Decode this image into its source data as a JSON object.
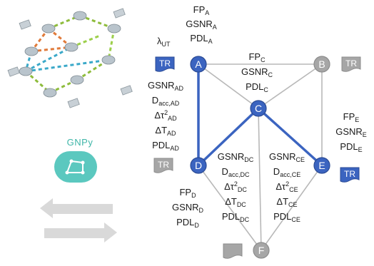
{
  "colors": {
    "blue": "#3b64c0",
    "gray": "#a6a6a6",
    "line_gray": "#b8b8b8",
    "teal": "#5bc8bf",
    "arrow_gray": "#d9d9d9"
  },
  "logo": {
    "text": "GNPy"
  },
  "icons": [
    "router-icon",
    "amplifier-icon",
    "transceiver-icon",
    "gnpy-logo-icon",
    "bidirectional-arrow-icon"
  ],
  "nodes": [
    {
      "id": "A",
      "label": "A",
      "selected": true
    },
    {
      "id": "B",
      "label": "B",
      "selected": false
    },
    {
      "id": "C",
      "label": "C",
      "selected": true
    },
    {
      "id": "D",
      "label": "D",
      "selected": true
    },
    {
      "id": "E",
      "label": "E",
      "selected": true
    },
    {
      "id": "F",
      "label": "F",
      "selected": false
    }
  ],
  "transceivers": {
    "A": "TR",
    "B": "TR",
    "D": "TR",
    "E": "TR"
  },
  "wavelength": {
    "sym": "λ",
    "sub": "UT"
  },
  "node_params": {
    "A": [
      {
        "base": "FP",
        "sub": "A"
      },
      {
        "base": "GSNR",
        "sub": "A"
      },
      {
        "base": "PDL",
        "sub": "A"
      }
    ],
    "C": [
      {
        "base": "FP",
        "sub": "C"
      },
      {
        "base": "GSNR",
        "sub": "C"
      },
      {
        "base": "PDL",
        "sub": "C"
      }
    ],
    "E": [
      {
        "base": "FP",
        "sub": "E"
      },
      {
        "base": "GSNR",
        "sub": "E"
      },
      {
        "base": "PDL",
        "sub": "E"
      }
    ],
    "D": [
      {
        "base": "FP",
        "sub": "D"
      },
      {
        "base": "GSNR",
        "sub": "D"
      },
      {
        "base": "PDL",
        "sub": "D"
      }
    ]
  },
  "link_params": {
    "AD": [
      {
        "base": "GSNR",
        "sub": "AD"
      },
      {
        "base": "D",
        "sub": "acc,AD"
      },
      {
        "base": "Δτ",
        "sup": "2",
        "sub": "AD"
      },
      {
        "base": "ΔT",
        "sub": "AD"
      },
      {
        "base": "PDL",
        "sub": "AD"
      }
    ],
    "DC": [
      {
        "base": "GSNR",
        "sub": "DC"
      },
      {
        "base": "D",
        "sub": "acc,DC"
      },
      {
        "base": "Δτ",
        "sup": "2",
        "sub": "DC"
      },
      {
        "base": "ΔT",
        "sub": "DC"
      },
      {
        "base": "PDL",
        "sub": "DC"
      }
    ],
    "CE": [
      {
        "base": "GSNR",
        "sub": "CE"
      },
      {
        "base": "D",
        "sub": "acc,CE"
      },
      {
        "base": "Δτ",
        "sup": "2",
        "sub": "CE"
      },
      {
        "base": "ΔT",
        "sub": "CE"
      },
      {
        "base": "PDL",
        "sub": "CE"
      }
    ]
  }
}
